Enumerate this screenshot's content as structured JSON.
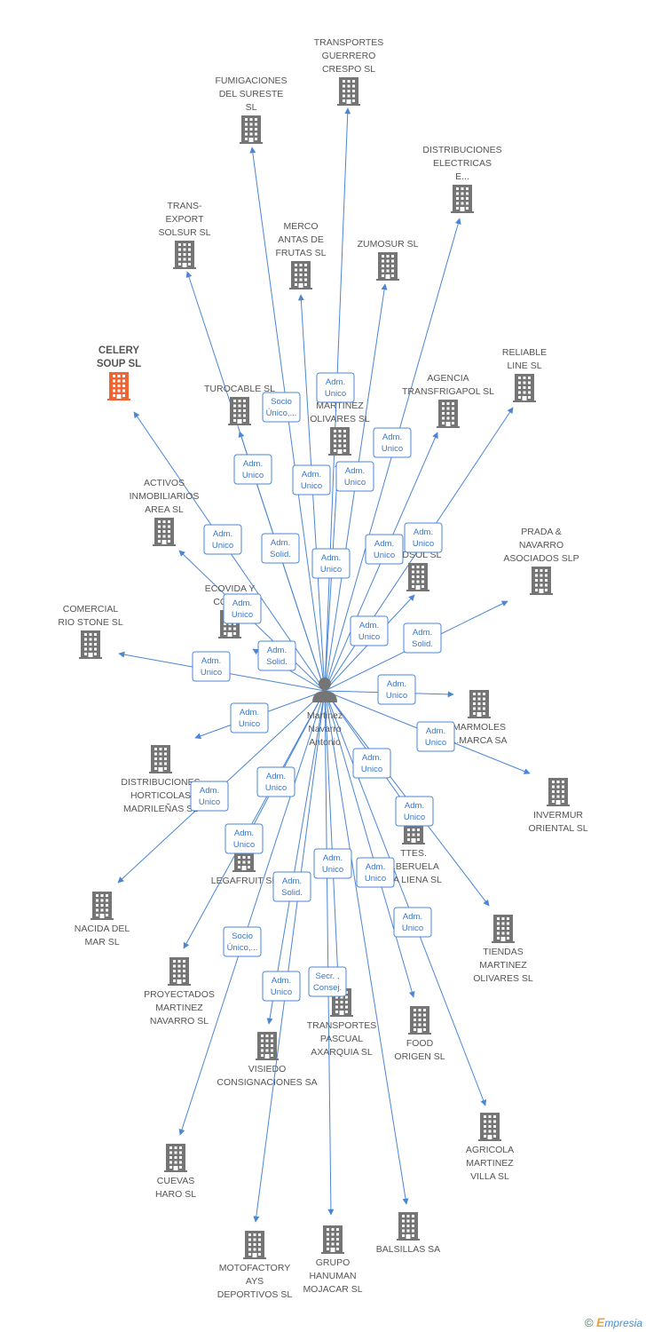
{
  "center": {
    "lines": [
      "Martinez",
      "Navarro",
      "Antonio"
    ]
  },
  "colors": {
    "edge": "#4a86d4",
    "company": "#757575",
    "highlight": "#f26533",
    "label": "#555555"
  },
  "companies": [
    {
      "id": "transportes-guerrero",
      "lines": [
        "TRANSPORTES",
        "GUERRERO",
        "CRESPO SL"
      ]
    },
    {
      "id": "fumigaciones",
      "lines": [
        "FUMIGACIONES",
        "DEL SURESTE",
        "SL"
      ]
    },
    {
      "id": "distribuciones-electricas",
      "lines": [
        "DISTRIBUCIONES",
        "ELECTRICAS",
        "E..."
      ]
    },
    {
      "id": "trans-export",
      "lines": [
        "TRANS-",
        "EXPORT",
        "SOLSUR SL"
      ]
    },
    {
      "id": "merco-antas",
      "lines": [
        "MERCO",
        "ANTAS DE",
        "FRUTAS SL"
      ]
    },
    {
      "id": "zumosur",
      "lines": [
        "ZUMOSUR SL"
      ]
    },
    {
      "id": "celery-soup",
      "lines": [
        "CELERY",
        "SOUP SL"
      ],
      "highlight": true
    },
    {
      "id": "reliable-line",
      "lines": [
        "RELIABLE",
        "LINE SL"
      ]
    },
    {
      "id": "agencia-transfrigapol",
      "lines": [
        "AGENCIA",
        "TRANSFRIGAPOL SL"
      ]
    },
    {
      "id": "turocable",
      "lines": [
        "TUROCABLE SL"
      ]
    },
    {
      "id": "martinez-olivares-farm",
      "lines": [
        "F... A",
        "MARTINEZ",
        "OLIVARES SL"
      ]
    },
    {
      "id": "activos-inmobiliarios",
      "lines": [
        "ACTIVOS",
        "INMOBILIARIOS",
        "AREA SL"
      ]
    },
    {
      "id": "prada-navarro",
      "lines": [
        "PRADA &",
        "NAVARRO",
        "ASOCIADOS SLP"
      ]
    },
    {
      "id": "mid-right-company",
      "lines": [
        "...A",
        "...DSOL SL"
      ]
    },
    {
      "id": "ecovida",
      "lines": [
        "ECOVIDA Y",
        "CONF..."
      ]
    },
    {
      "id": "comercial-rio-stone",
      "lines": [
        "COMERCIAL",
        "RIO STONE SL"
      ]
    },
    {
      "id": "marmoles-marca",
      "lines": [
        "MARMOLES",
        "...MARCA SA"
      ]
    },
    {
      "id": "invermur-oriental",
      "lines": [
        "INVERMUR",
        "ORIENTAL SL"
      ]
    },
    {
      "id": "distribuciones-horticolas",
      "lines": [
        "DISTRIBUCIONES",
        "HORTICOLAS",
        "MADRILEÑAS SL"
      ]
    },
    {
      "id": "ttes-beruela",
      "lines": [
        "TTES.",
        "...BERUELA",
        "...A LIENA SL"
      ]
    },
    {
      "id": "legafruit",
      "lines": [
        "LEGAFRUIT SL"
      ]
    },
    {
      "id": "nacida-del-mar",
      "lines": [
        "NACIDA DEL",
        "MAR SL"
      ]
    },
    {
      "id": "tiendas-martinez-olivares",
      "lines": [
        "TIENDAS",
        "MARTINEZ",
        "OLIVARES SL"
      ]
    },
    {
      "id": "proyectados-martinez",
      "lines": [
        "PROYECTADOS",
        "MARTINEZ",
        "NAVARRO SL"
      ]
    },
    {
      "id": "transportes-pascual",
      "lines": [
        "TRANSPORTES",
        "PASCUAL",
        "AXARQUIA SL"
      ]
    },
    {
      "id": "food-origen",
      "lines": [
        "FOOD",
        "ORIGEN  SL"
      ]
    },
    {
      "id": "visiedo-consignaciones",
      "lines": [
        "VISIEDO",
        "CONSIGNACIONES SA"
      ]
    },
    {
      "id": "agricola-martinez-villa",
      "lines": [
        "AGRICOLA",
        "MARTINEZ",
        "VILLA SL"
      ]
    },
    {
      "id": "cuevas-haro",
      "lines": [
        "CUEVAS",
        "HARO SL"
      ]
    },
    {
      "id": "motofactory",
      "lines": [
        "MOTOFACTORY",
        "AYS",
        "DEPORTIVOS SL"
      ]
    },
    {
      "id": "grupo-hanuman",
      "lines": [
        "GRUPO",
        "HANUMAN",
        "MOJACAR SL"
      ]
    },
    {
      "id": "balsillas",
      "lines": [
        "BALSILLAS SA"
      ]
    }
  ],
  "relations": [
    {
      "lines": [
        "Adm.",
        "Unico"
      ]
    },
    {
      "lines": [
        "Socio",
        "Único,..."
      ]
    },
    {
      "lines": [
        "Adm.",
        "Unico"
      ]
    },
    {
      "lines": [
        "Adm.",
        "Unico"
      ]
    },
    {
      "lines": [
        "Adm.",
        "Unico"
      ]
    },
    {
      "lines": [
        "Adm.",
        "Unico"
      ]
    },
    {
      "lines": [
        "Adm.",
        "Unico"
      ]
    },
    {
      "lines": [
        "Adm.",
        "Solid."
      ]
    },
    {
      "lines": [
        "Adm.",
        "Unico"
      ]
    },
    {
      "lines": [
        "Adm.",
        "Unico"
      ]
    },
    {
      "lines": [
        "Adm.",
        "Unico"
      ]
    },
    {
      "lines": [
        "Adm.",
        "Unico"
      ]
    },
    {
      "lines": [
        "Adm.",
        "Unico"
      ]
    },
    {
      "lines": [
        "Adm.",
        "Solid."
      ]
    },
    {
      "lines": [
        "Adm.",
        "Solid."
      ]
    },
    {
      "lines": [
        "Adm.",
        "Unico"
      ]
    },
    {
      "lines": [
        "Adm.",
        "Unico"
      ]
    },
    {
      "lines": [
        "Adm.",
        "Unico"
      ]
    },
    {
      "lines": [
        "Adm.",
        "Unico"
      ]
    },
    {
      "lines": [
        "Adm.",
        "Unico"
      ]
    },
    {
      "lines": [
        "Adm.",
        "Unico"
      ]
    },
    {
      "lines": [
        "Adm.",
        "Unico"
      ]
    },
    {
      "lines": [
        "Adm.",
        "Unico"
      ]
    },
    {
      "lines": [
        "Adm.",
        "Unico"
      ]
    },
    {
      "lines": [
        "Adm.",
        "Unico"
      ]
    },
    {
      "lines": [
        "Adm.",
        "Unico"
      ]
    },
    {
      "lines": [
        "Adm.",
        "Solid."
      ]
    },
    {
      "lines": [
        "Adm.",
        "Unico"
      ]
    },
    {
      "lines": [
        "Socio",
        "Único,..."
      ]
    },
    {
      "lines": [
        "Adm.",
        "Unico"
      ]
    },
    {
      "lines": [
        "Secr. ,",
        "Consej."
      ]
    }
  ],
  "footer": {
    "copyright": "©",
    "brand_initial": "E",
    "brand_rest": "mpresia"
  }
}
